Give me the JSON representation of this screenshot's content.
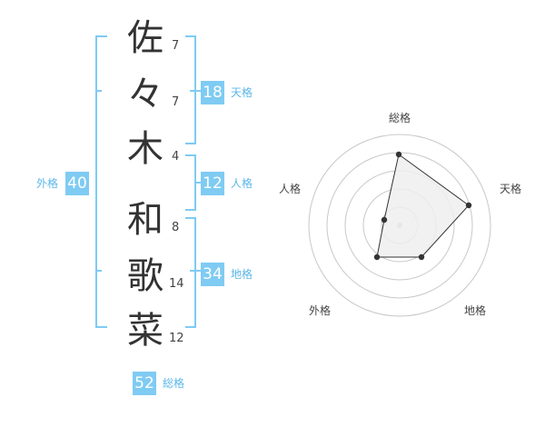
{
  "name": {
    "surname": [
      {
        "char": "佐",
        "strokes": "7"
      },
      {
        "char": "々",
        "strokes": "7"
      },
      {
        "char": "木",
        "strokes": "4"
      }
    ],
    "given": [
      {
        "char": "和",
        "strokes": "8"
      },
      {
        "char": "歌",
        "strokes": "14"
      },
      {
        "char": "菜",
        "strokes": "12"
      }
    ]
  },
  "fortunes": {
    "tenkaku": {
      "value": "18",
      "label": "天格"
    },
    "jinkaku": {
      "value": "12",
      "label": "人格"
    },
    "chikaku": {
      "value": "34",
      "label": "地格"
    },
    "gaikaku": {
      "value": "40",
      "label": "外格"
    },
    "soukaku": {
      "value": "52",
      "label": "総格"
    }
  },
  "radar": {
    "axes": [
      "総格",
      "天格",
      "地格",
      "外格",
      "人格"
    ],
    "ring_color": "#c8c8c8",
    "fill_color": "#eeeeee",
    "line_color": "#333333"
  },
  "colors": {
    "accent": "#7fcbf3",
    "accent_text": "#5bb7e8"
  }
}
